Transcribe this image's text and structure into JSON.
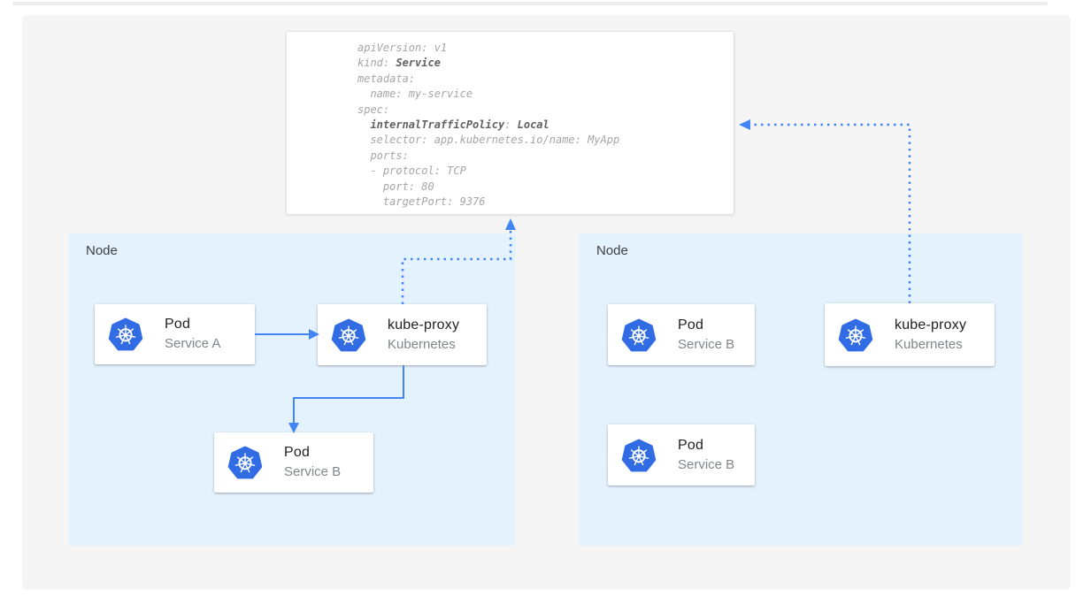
{
  "colors": {
    "arrow": "#4285f4",
    "kubernetes_blue": "#326ce5",
    "node_bg": "#e3f2fd",
    "panel_bg": "#f5f5f5",
    "code_text": "#a6a6a6",
    "code_text_bold": "#616161"
  },
  "yaml_card": {
    "lines": [
      {
        "t1": "apiVersion: v1"
      },
      {
        "t1": "kind: ",
        "t2": "Service"
      },
      {
        "t1": "metadata:"
      },
      {
        "t1": "  name: my-service"
      },
      {
        "t1": "spec:"
      },
      {
        "t1": "  ",
        "t2": "internalTrafficPolicy",
        "t3": ": ",
        "t4": "Local"
      },
      {
        "t1": "  selector: app.kubernetes.io/name: MyApp"
      },
      {
        "t1": "  ports:"
      },
      {
        "t1": "  - protocol: TCP"
      },
      {
        "t1": "    port: 80"
      },
      {
        "t1": "    targetPort: 9376"
      }
    ]
  },
  "nodes": [
    {
      "label": "Node",
      "boxes": [
        {
          "icon": "kubernetes-icon",
          "title": "Pod",
          "subtitle": "Service A"
        },
        {
          "icon": "kubernetes-icon",
          "title": "kube-proxy",
          "subtitle": "Kubernetes"
        },
        {
          "icon": "kubernetes-icon",
          "title": "Pod",
          "subtitle": "Service B"
        }
      ]
    },
    {
      "label": "Node",
      "boxes": [
        {
          "icon": "kubernetes-icon",
          "title": "Pod",
          "subtitle": "Service B"
        },
        {
          "icon": "kubernetes-icon",
          "title": "kube-proxy",
          "subtitle": "Kubernetes"
        },
        {
          "icon": "kubernetes-icon",
          "title": "Pod",
          "subtitle": "Service B"
        }
      ]
    }
  ]
}
